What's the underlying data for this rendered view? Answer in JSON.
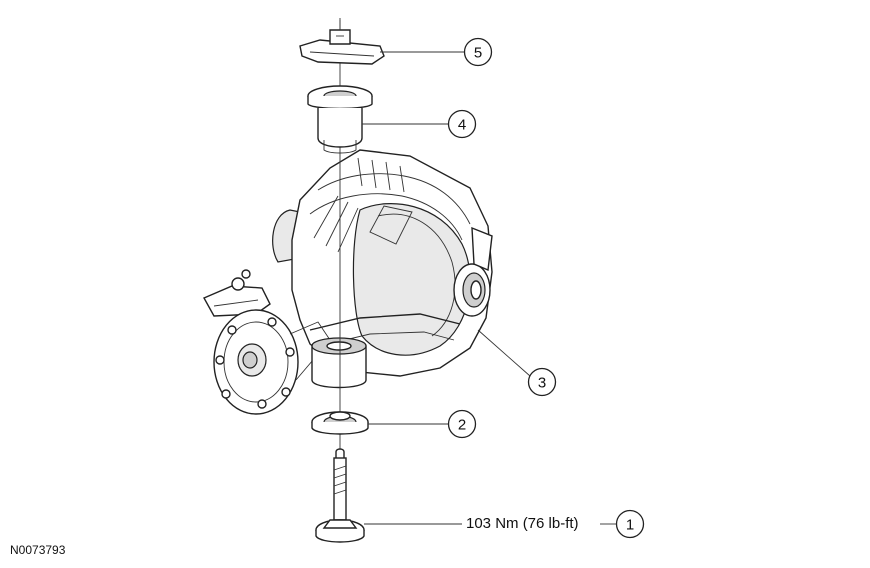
{
  "figure_id": "N0073793",
  "torque_spec": "103 Nm (76 lb-ft)",
  "callouts": {
    "c1": "1",
    "c2": "2",
    "c3": "3",
    "c4": "4",
    "c5": "5"
  }
}
